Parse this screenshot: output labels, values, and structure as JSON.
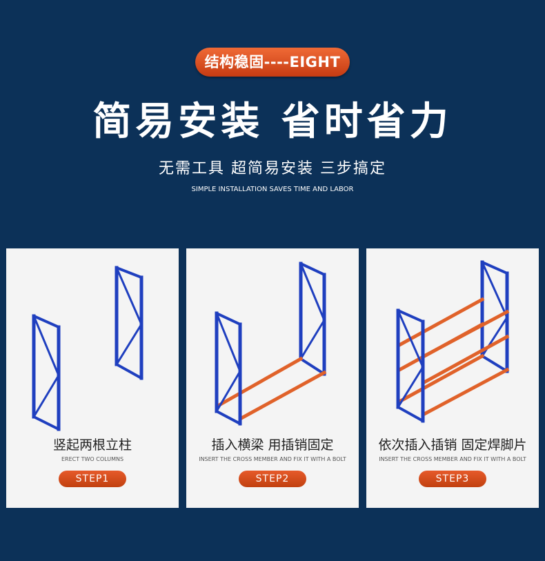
{
  "badge": "结构稳固----EIGHT",
  "headline": "简易安装 省时省力",
  "subline": "无需工具 超简易安装 三步搞定",
  "subline_en": "SIMPLE INSTALLATION SAVES TIME AND LABOR",
  "colors": {
    "background": "#0c3158",
    "accent": "#d44b1b",
    "rack_upright": "#1f3fbf",
    "rack_beam": "#e0622a",
    "card": "#f4f4f4"
  },
  "steps": [
    {
      "title": "竖起两根立柱",
      "subtitle": "ERECT TWO COLUMNS",
      "button": "STEP1"
    },
    {
      "title": "插入横梁 用插销固定",
      "subtitle": "INSERT THE CROSS MEMBER AND FIX IT WITH A BOLT",
      "button": "STEP2"
    },
    {
      "title": "依次插入插销 固定焊脚片",
      "subtitle": "INSERT THE CROSS MEMBER AND FIX IT WITH A BOLT",
      "button": "STEP3"
    }
  ]
}
